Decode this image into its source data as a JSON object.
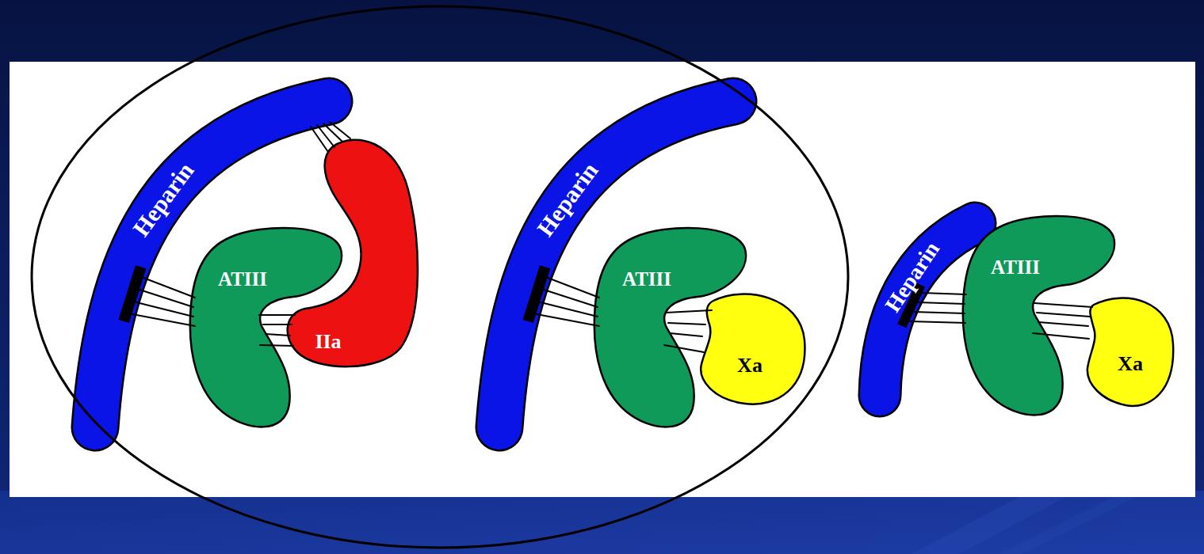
{
  "diagram": {
    "nodes": [
      {
        "text": [
          "Heparin"
        ]
      },
      {
        "text": [
          "ATIII"
        ]
      },
      {
        "text": [
          "IIa"
        ]
      },
      {
        "text": [
          "Heparin"
        ]
      },
      {
        "text": [
          "ATIII"
        ]
      },
      {
        "text": [
          "Xa"
        ]
      },
      {
        "text": [
          "Heparin"
        ]
      },
      {
        "text": [
          "ATIII"
        ]
      },
      {
        "text": [
          "Xa"
        ]
      }
    ]
  }
}
